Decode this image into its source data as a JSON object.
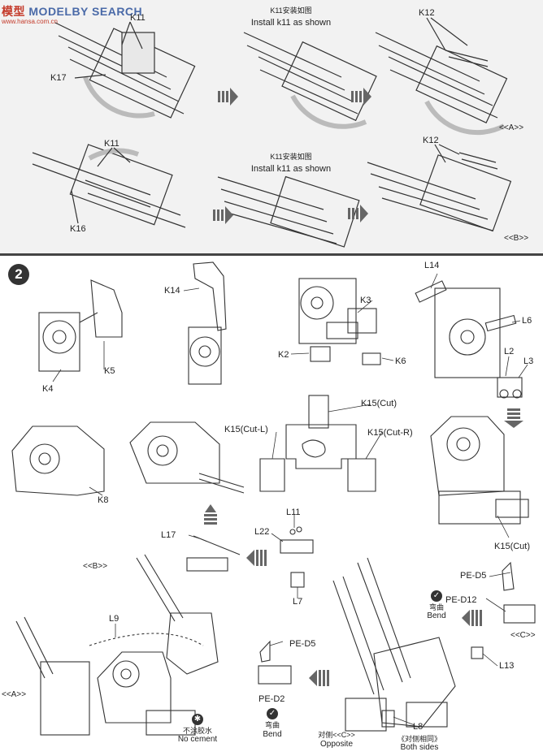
{
  "watermark": {
    "text_a": "模型",
    "text_b": "MODELBY SEARCH",
    "sub": "www.hansa.com.cn"
  },
  "top": {
    "row1": {
      "k11_label": "K11",
      "k17_label": "K17",
      "install_note_cn": "K11安装如图",
      "install_note_en": "Install k11 as shown",
      "k12_label": "K12",
      "ref": "<<A>>"
    },
    "row2": {
      "k11_label": "K11",
      "k16_label": "K16",
      "install_note_cn": "K11安装如图",
      "install_note_en": "Install k11 as shown",
      "k12_label": "K12",
      "ref": "<<B>>"
    }
  },
  "step": {
    "number": "2",
    "parts": {
      "k4": "K4",
      "k5": "K5",
      "k14": "K14",
      "k3": "K3",
      "k2": "K2",
      "k6": "K6",
      "l14": "L14",
      "l6": "L6",
      "l2": "L2",
      "l3": "L3",
      "k15_cut": "K15(Cut)",
      "k15_cut_l": "K15(Cut-L)",
      "k15_cut_r": "K15(Cut-R)",
      "k8": "K8",
      "k15_cut_b": "K15(Cut)",
      "l17": "L17",
      "l11": "L11",
      "l22": "L22",
      "l7": "L7",
      "ref_b": "<<B>>",
      "l9": "L9",
      "ref_a": "<<A>>",
      "pe_d5_right": "PE-D5",
      "pe_d12": "PE-D12",
      "bend_cn_right": "弯曲",
      "bend_en_right": "Bend",
      "ref_c": "<<C>>",
      "l13": "L13",
      "pe_d5_left": "PE-D5",
      "pe_d2": "PE-D2",
      "bend_cn_left": "弯曲",
      "bend_en_left": "Bend",
      "no_cement_cn": "不涂胶水",
      "no_cement_en": "No cement",
      "opposite_cn": "对侧<<C>>",
      "opposite_en": "Opposite",
      "l8": "L8",
      "both_sides_cn": "《对侧相同》",
      "both_sides_en": "Both sides"
    }
  },
  "icons": {
    "bend_icon": "checkmark-circle-icon",
    "no_cement_icon": "asterisk-circle-icon",
    "next_arrow": "striped-arrow-icon"
  },
  "colors": {
    "ink": "#222222",
    "panel_grey": "#f2f2f2",
    "watermark_blue": "#4a6aa8",
    "watermark_red": "#c43a2a"
  }
}
